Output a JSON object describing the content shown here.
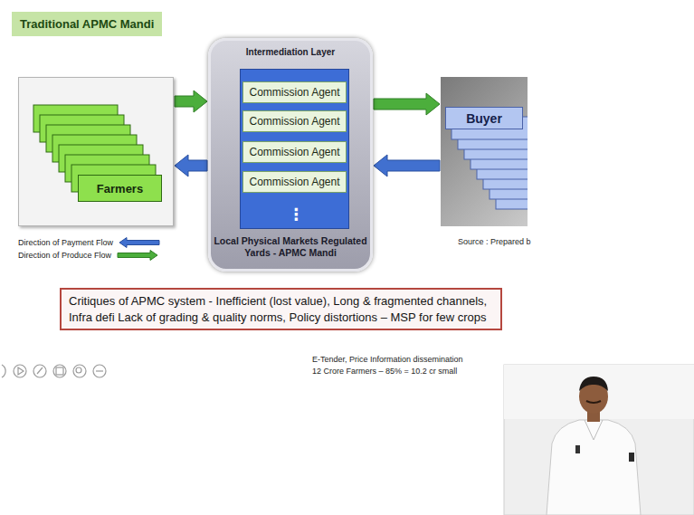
{
  "diagram": {
    "title": "Traditional APMC Mandi",
    "nodes": [
      {
        "text": [
          "Farmers"
        ]
      },
      {
        "text": [
          "Intermediation Layer",
          "Local Physical Markets Regulated Yards - APMC Mandi"
        ]
      },
      {
        "text": [
          "⋮"
        ],
        "in": 1
      },
      {
        "text": [
          "Commission Agent"
        ],
        "in": 2
      },
      {
        "text": [
          "Commission Agent"
        ],
        "in": 2
      },
      {
        "text": [
          "Commission Agent"
        ],
        "in": 2
      },
      {
        "text": [
          "Commission Agent"
        ],
        "in": 2
      },
      {
        "text": [
          "Buyer"
        ]
      },
      {
        "text": [
          "Critiques of APMC system - Inefficient (lost value), Long & fragmented channels, Infra defi Lack of grading & quality norms, Policy distortions – MSP for few crops"
        ]
      }
    ],
    "edges": [
      {
        "from": 0,
        "to": 1,
        "arrow": "to"
      },
      {
        "from": 1,
        "to": 0,
        "arrow": "to"
      },
      {
        "from": 1,
        "to": 7,
        "arrow": "to"
      },
      {
        "from": 7,
        "to": 1,
        "arrow": "to"
      }
    ],
    "labels": [
      "Source : Prepared b",
      "E-Tender, Price Information dissemination",
      "12 Crore Farmers – 85% = 10.2 cr small"
    ],
    "legend": [
      {
        "text": "Direction of Payment Flow"
      },
      {
        "text": "Direction of Produce Flow"
      }
    ]
  }
}
